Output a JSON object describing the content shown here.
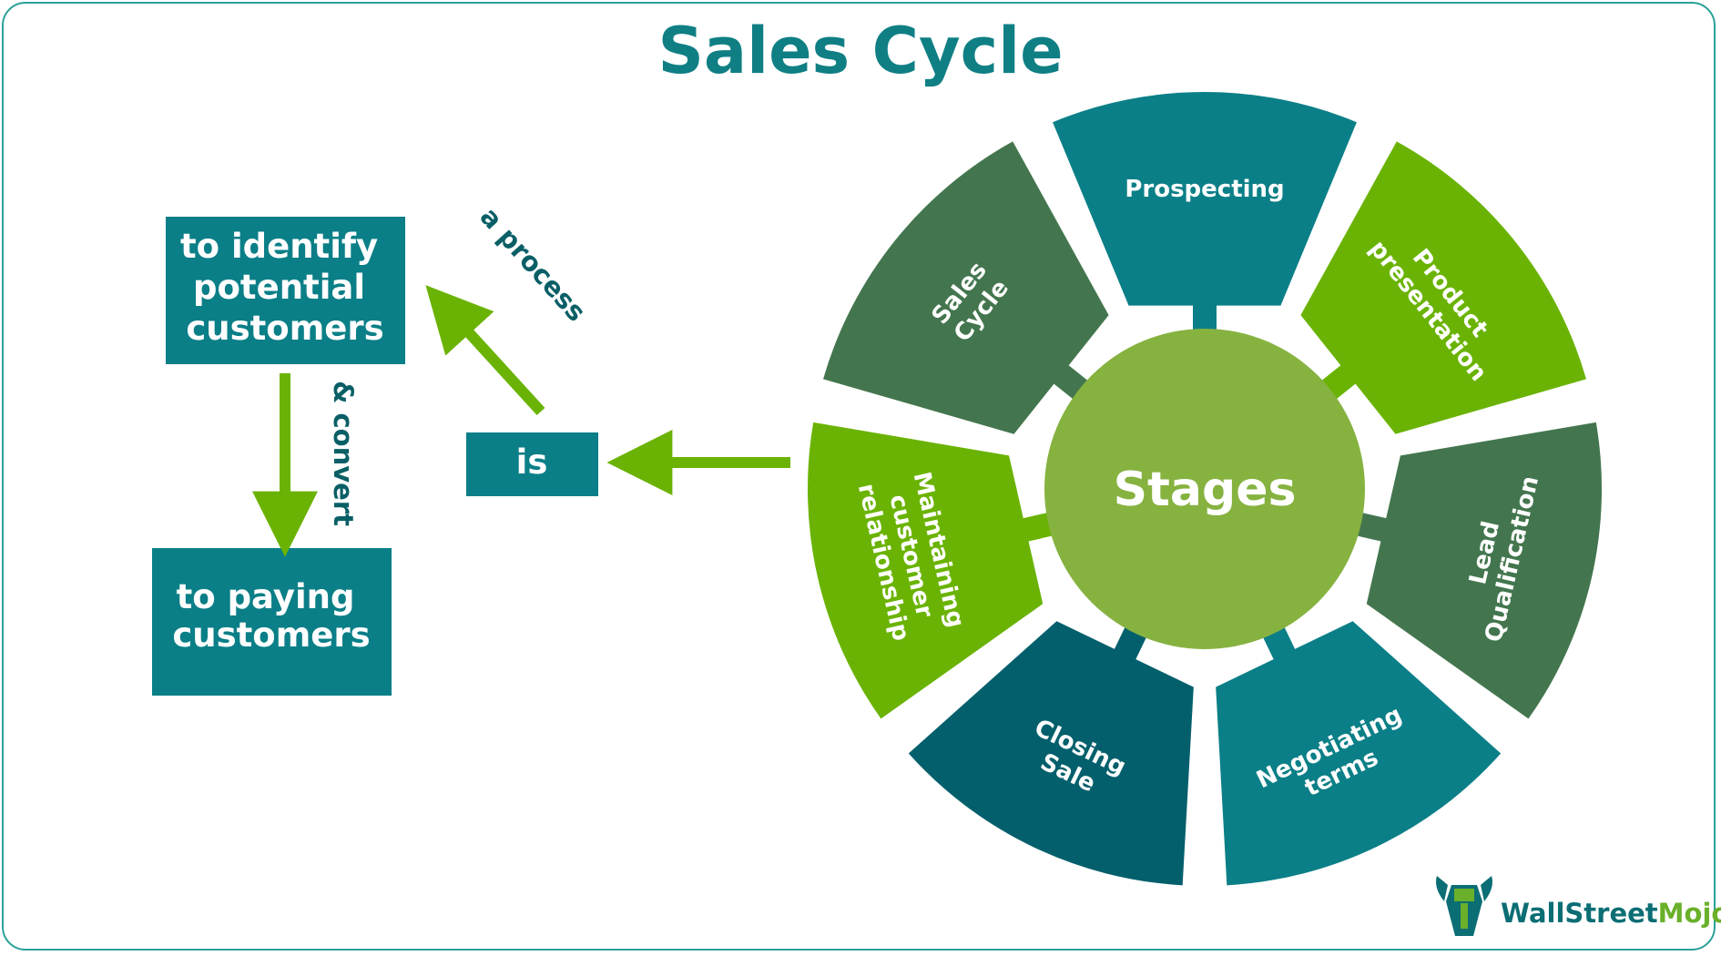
{
  "title": "Sales Cycle",
  "left_flow": {
    "identify_box": [
      "to identify",
      "potential",
      "customers"
    ],
    "paying_box": [
      "to paying",
      "customers"
    ],
    "is_box": "is",
    "process_label": "a process",
    "convert_label": "& convert"
  },
  "wheel": {
    "center_label": "Stages",
    "segments": [
      {
        "lines": [
          "Prospecting"
        ],
        "color": "#0b7f87"
      },
      {
        "lines": [
          "Product",
          "presentation"
        ],
        "color": "#6ab304"
      },
      {
        "lines": [
          "Lead",
          "Qualification"
        ],
        "color": "#43764e"
      },
      {
        "lines": [
          "Negotiating",
          "terms"
        ],
        "color": "#0b7f87"
      },
      {
        "lines": [
          "Closing",
          "Sale"
        ],
        "color": "#045f6c"
      },
      {
        "lines": [
          "Maintaining",
          "customer",
          "relationship"
        ],
        "color": "#6ab304"
      },
      {
        "lines": [
          "Sales",
          "Cycle"
        ],
        "color": "#43764e"
      }
    ],
    "center_color": "#86b240"
  },
  "colors": {
    "teal": "#0b7f87",
    "green": "#6ab304",
    "dark_teal": "#0a5f66"
  },
  "brand": {
    "part1": "WallStreet",
    "part2": "Mojo"
  }
}
